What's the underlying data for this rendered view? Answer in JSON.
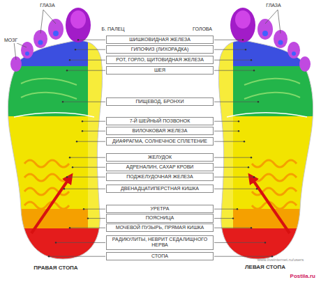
{
  "diagram": {
    "nodes": [
      {
        "text": [
          "ШИШКОВИДНАЯ ЖЕЛЕЗА"
        ]
      },
      {
        "text": [
          "ГИПОФИЗ (ЛИХОРАДКА)"
        ]
      },
      {
        "text": [
          "РОТ, ГОРЛО, ЩИТОВИДНАЯ ЖЕЛЕЗА"
        ]
      },
      {
        "text": [
          "ШЕЯ"
        ]
      },
      {
        "text": [
          "ПИЩЕВОД, БРОНХИ"
        ]
      },
      {
        "text": [
          "7-Й ШЕЙНЫЙ ПОЗВОНОК"
        ]
      },
      {
        "text": [
          "ВИЛОЧКОВАЯ ЖЕЛЕЗА"
        ]
      },
      {
        "text": [
          "ДИАФРАГМА, СОЛНЕЧНОЕ СПЛЕТЕНИЕ"
        ]
      },
      {
        "text": [
          "ЖЕЛУДОК"
        ]
      },
      {
        "text": [
          "АДРЕНАЛИН, САХАР КРОВИ"
        ]
      },
      {
        "text": [
          "ПОДЖЕЛУДОЧНАЯ ЖЕЛЕЗА"
        ]
      },
      {
        "text": [
          "ДВЕНАДЦАТИПЕРСТНАЯ КИШКА"
        ]
      },
      {
        "text": [
          "УРЕТРА"
        ]
      },
      {
        "text": [
          "ПОЯСНИЦА"
        ]
      },
      {
        "text": [
          "МОЧЕВОЙ ПУЗЫРЬ, ПРЯМАЯ КИШКА"
        ]
      },
      {
        "text": [
          "РАДИКУЛИТЫ, НЕВРИТ СЕДАЛИЩНОГО НЕРВА"
        ]
      },
      {
        "text": [
          "СТОПА"
        ]
      }
    ],
    "labels": [
      "ГЛАЗА",
      "МОЗГ",
      "Б. ПАЛЕЦ",
      "ГОЛОВА",
      "ГЛАЗА",
      "ПРАВАЯ СТОПА",
      "ЛЕВАЯ СТОПА",
      "www.liveinternet.ru/users",
      "Postila.ru"
    ]
  }
}
